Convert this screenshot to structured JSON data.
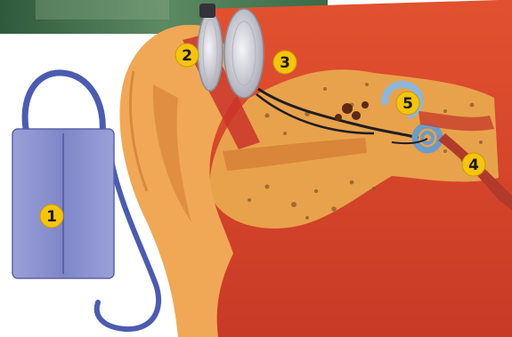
{
  "colors": {
    "background": "#ffffff",
    "foliage": "#2f5a3c",
    "skin": "#f0a856",
    "skin_shadow": "#d9853a",
    "tissue_red": "#d9442e",
    "bone": "#e8a24c",
    "bone_speckle": "#8a5a2a",
    "processor_blue": "#7f86c8",
    "cable_blue": "#4b5cb0",
    "coil_silver": "#d8d8de",
    "cochlea_blue": "#8fb6d8",
    "marker_fill": "#f6c40f",
    "marker_text": "#1a1a1a"
  },
  "markers": [
    {
      "label": "1",
      "component": "speech-processor"
    },
    {
      "label": "2",
      "component": "transmitter-coil"
    },
    {
      "label": "3",
      "component": "receiver-stimulator"
    },
    {
      "label": "4",
      "component": "auditory-nerve"
    },
    {
      "label": "5",
      "component": "electrode-array"
    }
  ]
}
